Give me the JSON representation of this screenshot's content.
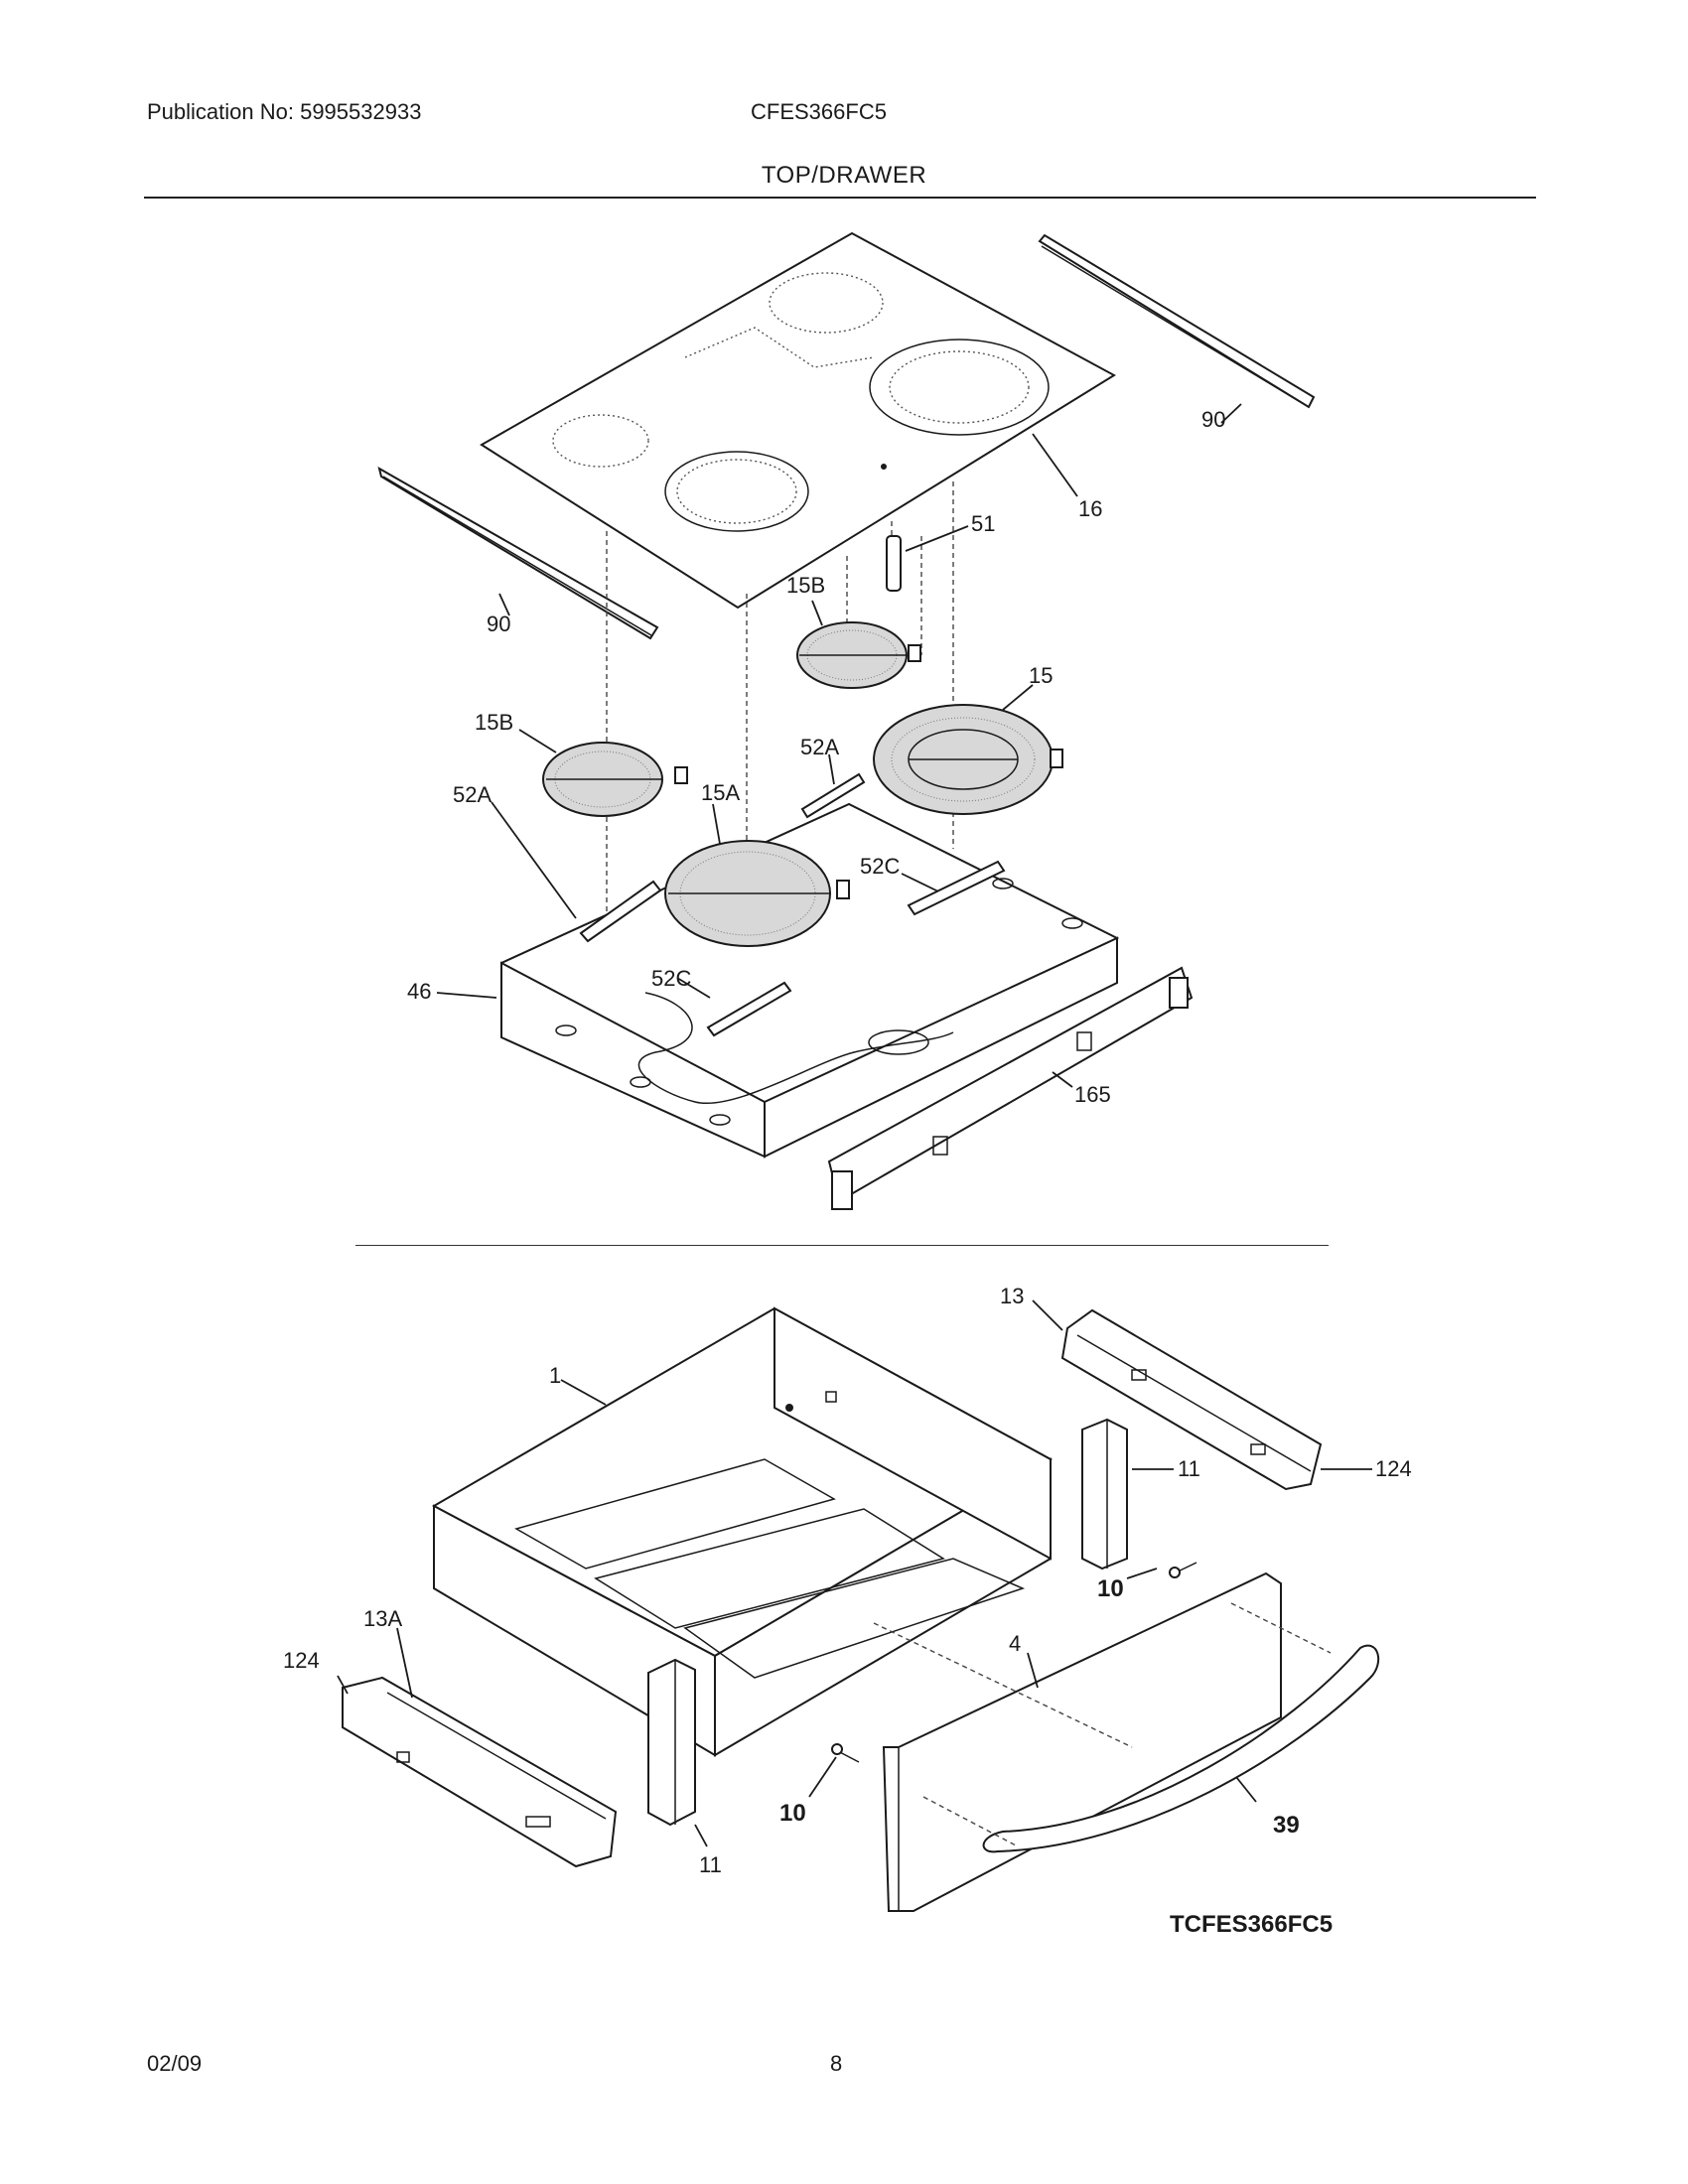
{
  "header": {
    "publication": "Publication No: 5995532933",
    "model": "CFES366FC5",
    "section_title": "TOP/DRAWER"
  },
  "callouts": {
    "c90_right": "90",
    "c16": "16",
    "c51": "51",
    "c90_left": "90",
    "c15B_upper": "15B",
    "c15": "15",
    "c15B_left": "15B",
    "c52A_center": "52A",
    "c52A_left": "52A",
    "c15A": "15A",
    "c52C_right": "52C",
    "c52C_left": "52C",
    "c46": "46",
    "c165": "165",
    "c13": "13",
    "c1": "1",
    "c11_upper": "11",
    "c124_right": "124",
    "c10_upper": "10",
    "c4": "4",
    "c13A": "13A",
    "c124_left": "124",
    "c10_lower": "10",
    "c39": "39",
    "c11_lower": "11",
    "diagram_code": "TCFES366FC5"
  },
  "footer": {
    "date": "02/09",
    "page": "8"
  }
}
